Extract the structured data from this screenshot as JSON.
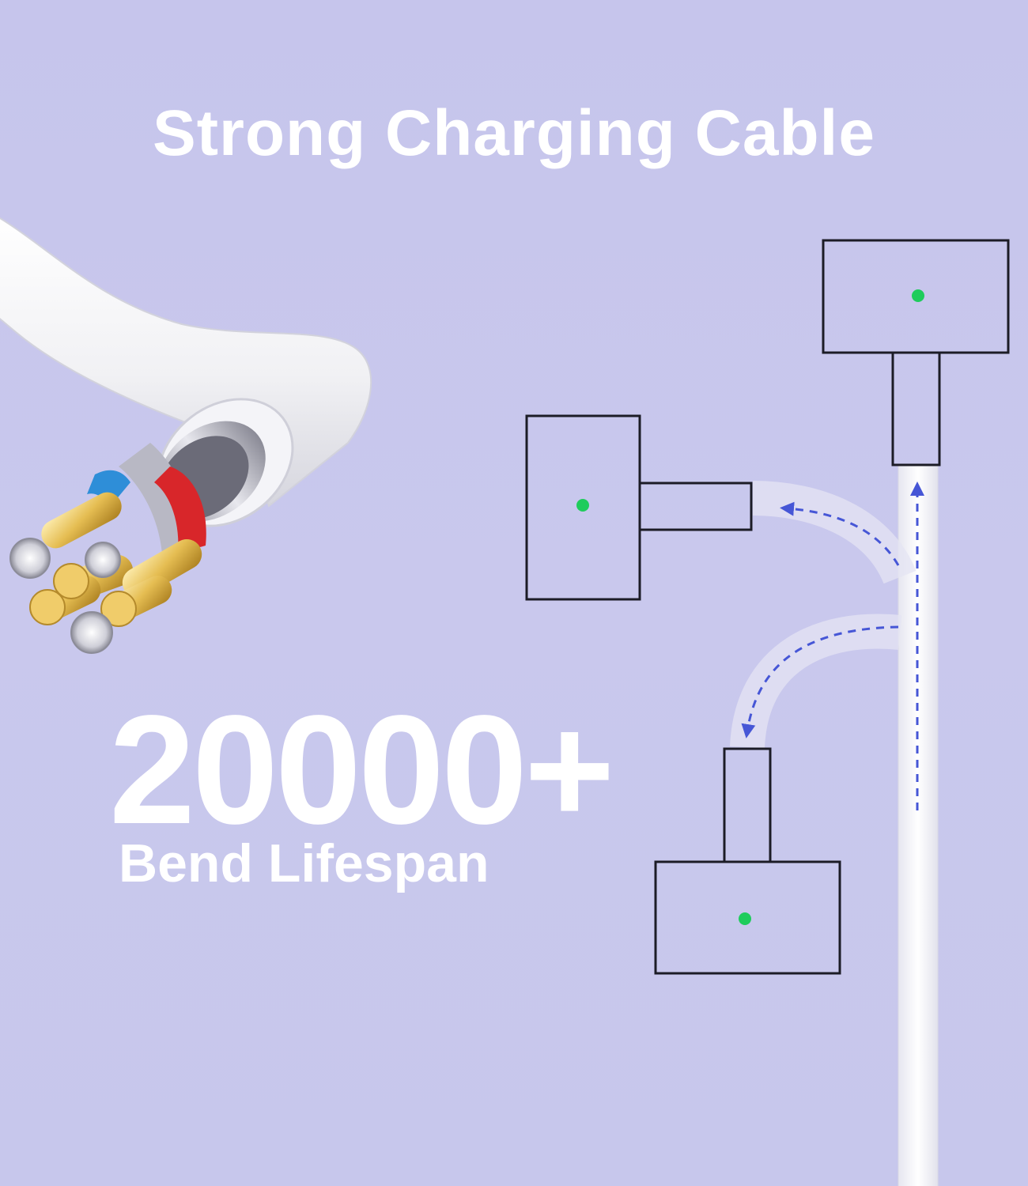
{
  "headline": "Strong Charging Cable",
  "stat": {
    "value": "20000+",
    "label": "Bend Lifespan"
  },
  "colors": {
    "background": "#c7c7ec",
    "text": "#ffffff",
    "connector_outline": "#1c1c26",
    "indicator_led": "#1fcc5c",
    "bend_arrow": "#4656d6",
    "wire_red": "#d8262a",
    "wire_blue": "#2e8ed8",
    "wire_gold": "#e8c25a"
  },
  "icons": [
    "cable-cross-section-icon",
    "magsafe-connector-icon",
    "bend-arrow-icon",
    "led-indicator-icon"
  ]
}
